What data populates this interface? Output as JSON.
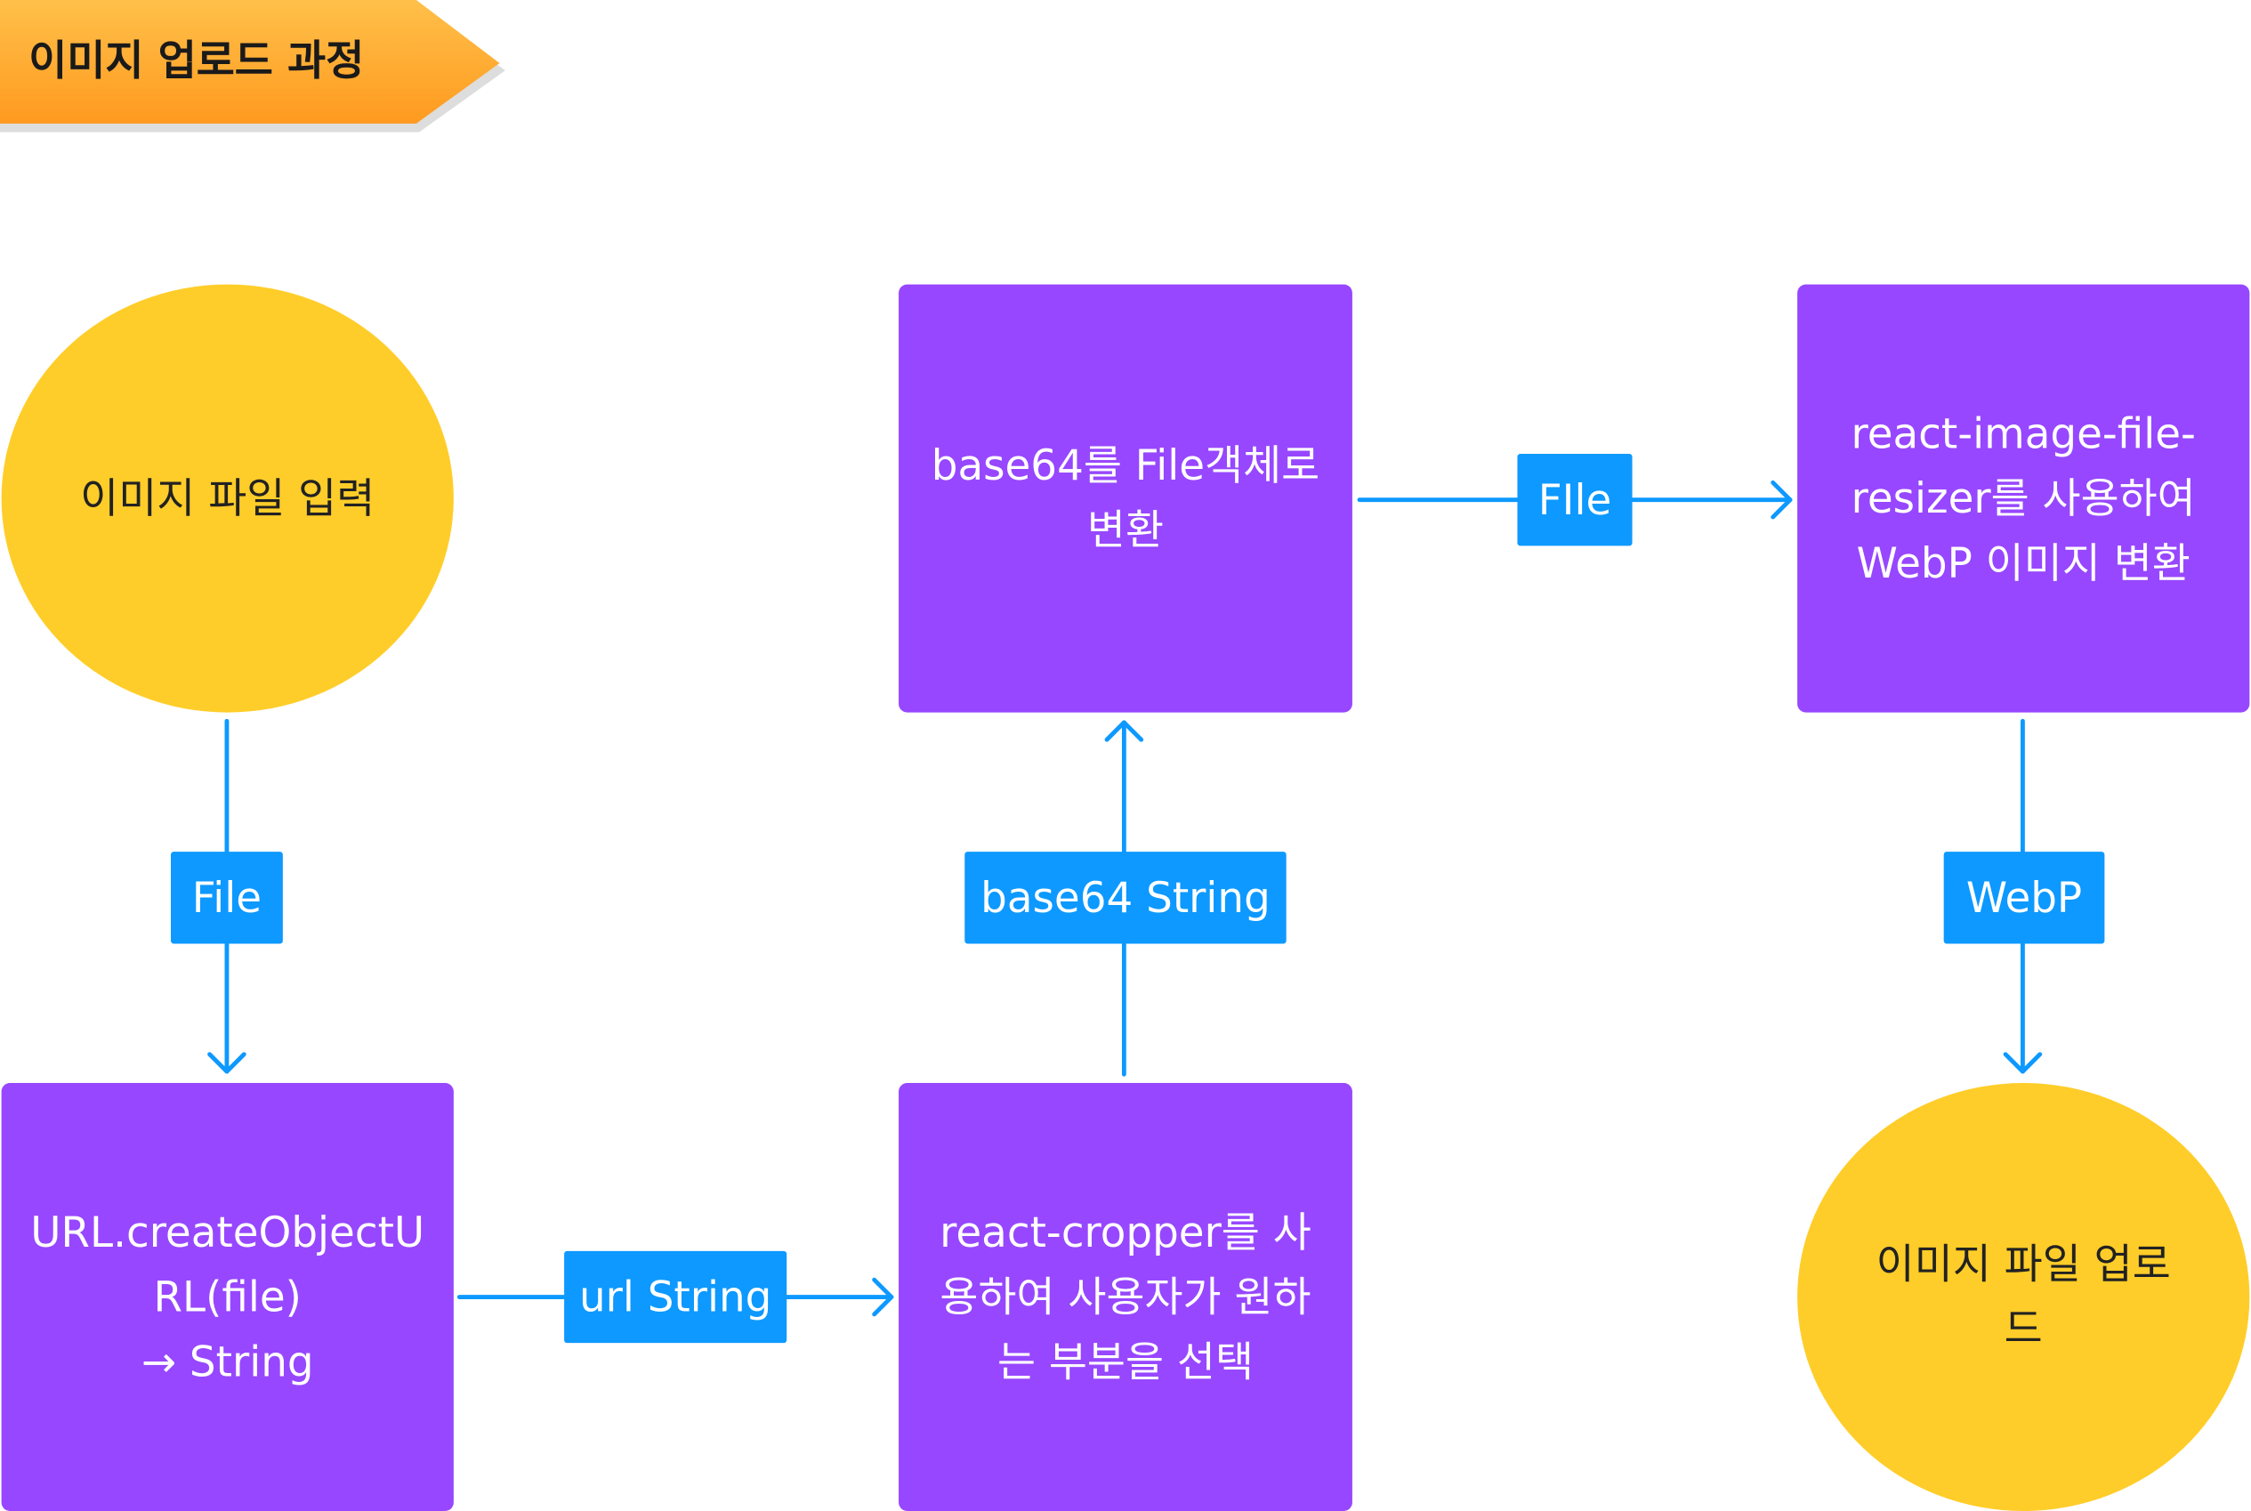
{
  "title": "이미지 업로드 과정",
  "colors": {
    "process_box": "#9747ff",
    "terminal_circle": "#ffcd29",
    "connector_label": "#0d99ff",
    "arrow": "#0d99ff",
    "banner": "#ffa629"
  },
  "nodes": {
    "input": "이미지 파일 입력",
    "create_object_url": "URL.createObjectU\nRL(file)\n→ String",
    "cropper": "react-cropper를 사\n용하여 사용자가 원하\n는 부분을 선택",
    "to_file": "base64를 File객체로\n변환",
    "resizer": "react-image-file-\nresizer를 사용하여\nWebP 이미지 변환",
    "upload": "이미지 파일 업로\n드"
  },
  "edge_labels": {
    "file": "File",
    "url_string": "url String",
    "base64_string": "base64 String",
    "file2": "FIle",
    "webp": "WebP"
  }
}
